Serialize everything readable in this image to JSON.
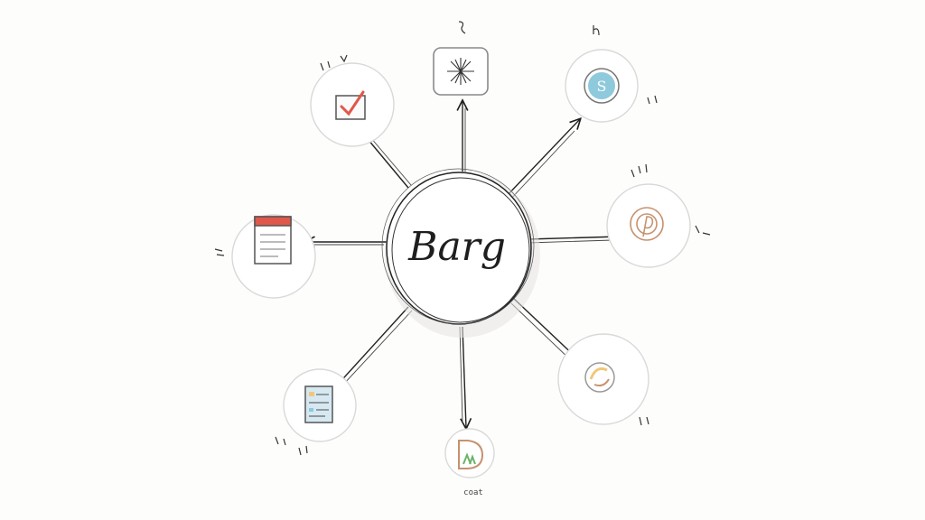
{
  "hub": {
    "label": "Barg"
  },
  "nodes": [
    {
      "id": "tasks",
      "icon": "checklist-icon",
      "caption": ""
    },
    {
      "id": "share",
      "icon": "starburst-icon",
      "caption": ""
    },
    {
      "id": "skype",
      "icon": "skype-icon",
      "caption": ""
    },
    {
      "id": "calendar",
      "icon": "calendar-icon",
      "caption": ""
    },
    {
      "id": "pinterest",
      "icon": "pinterest-icon",
      "caption": ""
    },
    {
      "id": "document",
      "icon": "document-icon",
      "caption": ""
    },
    {
      "id": "drive",
      "icon": "drive-icon",
      "caption": "coat"
    },
    {
      "id": "feed",
      "icon": "feed-icon",
      "caption": ""
    }
  ],
  "colors": {
    "ink": "#1e1e1e",
    "circle_stroke": "#d9d9d9",
    "accent_red": "#e0584a",
    "accent_blue": "#8ec9dc",
    "accent_orange": "#f1c77a",
    "accent_green": "#6bb36a",
    "accent_brown": "#c6926f"
  }
}
